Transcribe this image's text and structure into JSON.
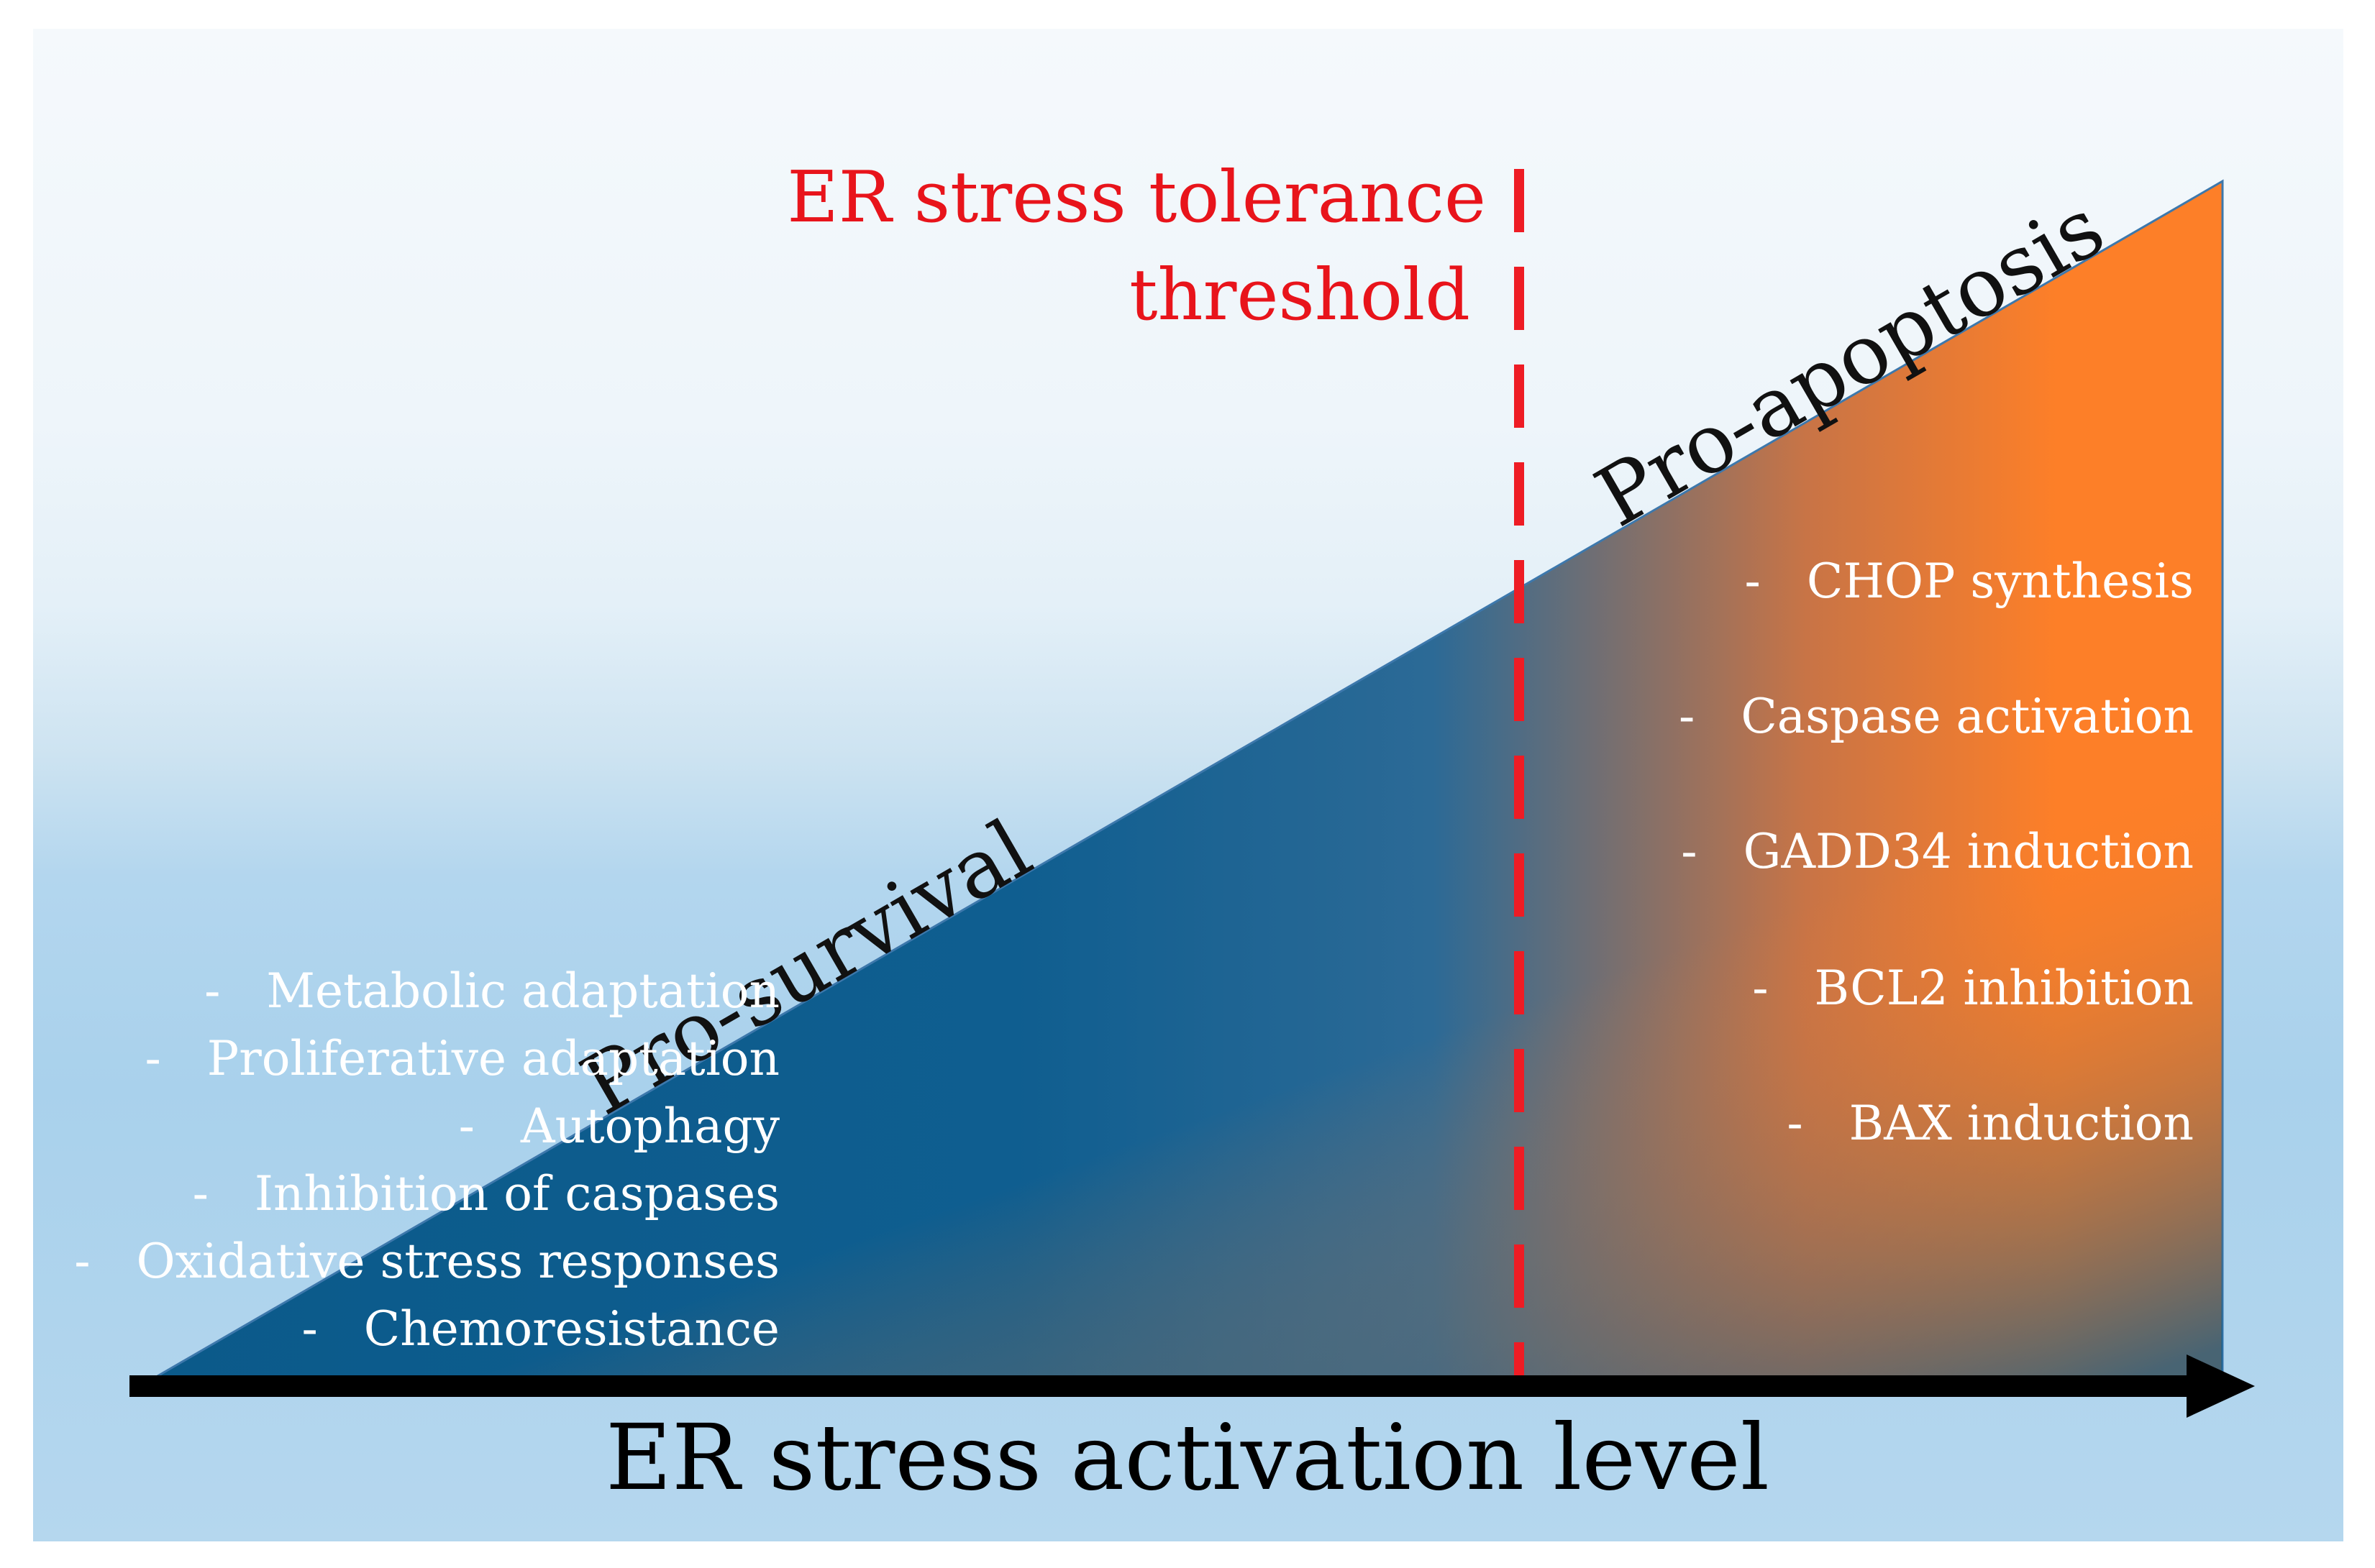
{
  "threshold": {
    "line1": "ER stress tolerance",
    "line2": "threshold",
    "color": "#e8141b"
  },
  "zones": {
    "left_label": "Pro-survival",
    "right_label": "Pro-apoptosis",
    "left_color": "#0b5a8a",
    "right_color": "#fd7f28"
  },
  "pro_survival_items": [
    "Metabolic adaptation",
    "Proliferative adaptation",
    "Autophagy",
    "Inhibition of caspases",
    "Oxidative stress responses",
    "Chemoresistance"
  ],
  "pro_apoptosis_items": [
    "CHOP synthesis",
    "Caspase activation",
    "GADD34 induction",
    "BCL2 inhibition",
    "BAX induction"
  ],
  "bullet_marker": "-",
  "axis": {
    "label": "ER stress activation level"
  }
}
